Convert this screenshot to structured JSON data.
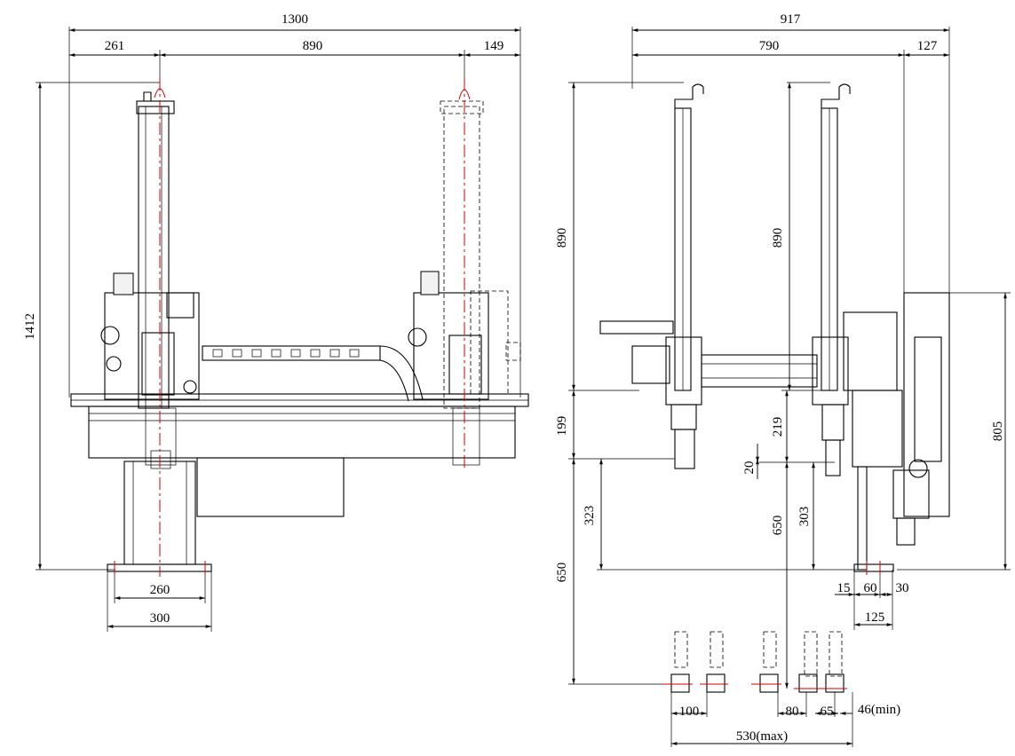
{
  "left_view": {
    "dims": {
      "overall_width": "1300",
      "left_offset": "261",
      "stroke_width": "890",
      "right_offset": "149",
      "overall_height": "1412",
      "base_inner": "260",
      "base_outer": "300"
    }
  },
  "right_view": {
    "dims": {
      "overall_width": "917",
      "arm_span": "790",
      "side_width": "127",
      "left_vertical_stroke": "890",
      "right_vertical_stroke": "890",
      "frame_height": "805",
      "lower_offset": "199",
      "right_lower_offset": "219",
      "small_gap": "20",
      "left_drop": "323",
      "right_drop": "303",
      "center_travel": "650",
      "left_travel": "650",
      "base_a": "15",
      "base_b": "60",
      "base_c": "30",
      "base_total": "125",
      "pitch_100": "100",
      "pitch_80": "80",
      "pitch_65": "65",
      "min_pitch": "46(min)",
      "max_span": "530(max)"
    }
  }
}
